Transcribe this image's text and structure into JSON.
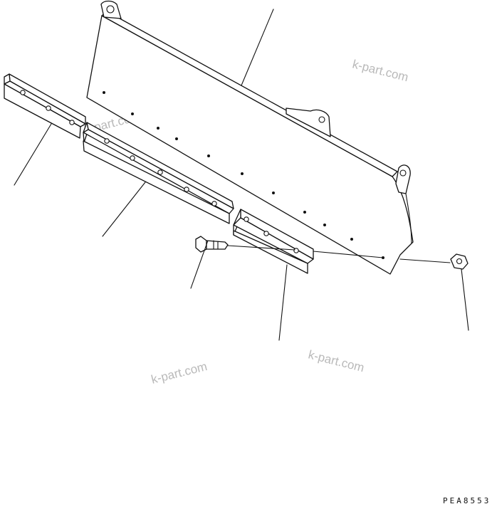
{
  "watermarks": [
    "k-part.com",
    "k-part.com",
    "k-part.com",
    "k-part.com"
  ],
  "drawing_code": "PEA8553",
  "colors": {
    "line": "#111111",
    "watermark": "#b9b9b9",
    "background": "#ffffff"
  }
}
